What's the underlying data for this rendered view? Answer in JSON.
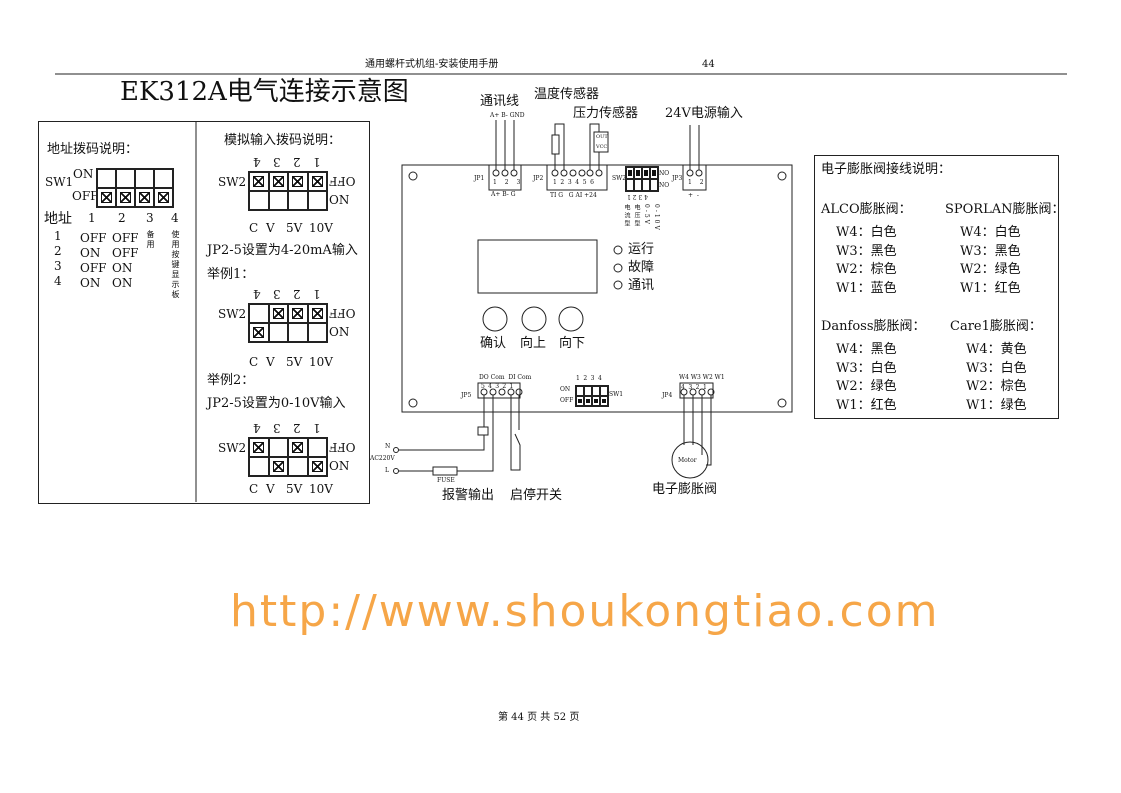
{
  "header": {
    "manual_title": "通用螺杆式机组-安装使用手册",
    "page_number": "44"
  },
  "title": "EK312A电气连接示意图",
  "address_dip": {
    "heading": "地址拨码说明：",
    "switch": "SW1",
    "on": "ON",
    "off": "OFF",
    "col_header": "地址",
    "cols": [
      "1",
      "2",
      "3",
      "4"
    ],
    "rows": [
      {
        "addr": "1",
        "s1": "OFF",
        "s2": "OFF"
      },
      {
        "addr": "2",
        "s1": "ON",
        "s2": "OFF"
      },
      {
        "addr": "3",
        "s1": "OFF",
        "s2": "ON"
      },
      {
        "addr": "4",
        "s1": "ON",
        "s2": "ON"
      }
    ],
    "col3_note": "备用",
    "col4_note": "使用按键显示板"
  },
  "analog_dip": {
    "heading": "模拟输入拨码说明：",
    "switch": "SW2",
    "nums": [
      "4",
      "3",
      "2",
      "1"
    ],
    "off": "OFF",
    "on": "ON",
    "bottom_labels": [
      "C",
      "V",
      "5V",
      "10V"
    ],
    "default_note": "JP2-5设置为4-20mA输入",
    "example1": "举例1：",
    "example2": "举例2：",
    "example2_note": "JP2-5设置为0-10V输入"
  },
  "board": {
    "jp1": {
      "name": "JP1",
      "pins": [
        "1",
        "2",
        "3"
      ],
      "bottom": "A+ B- G",
      "top": "A+ B- GND",
      "label": "通讯线"
    },
    "jp2": {
      "name": "JP2",
      "pins": [
        "1",
        "2",
        "3",
        "4",
        "5",
        "6"
      ],
      "bottom": "TI G   G AI +24",
      "temp_label": "温度传感器",
      "pressure_label": "压力传感器",
      "sensor_text": [
        "OUT",
        "VCC"
      ]
    },
    "sw2": {
      "name": "SW2",
      "on": "ON",
      "off": "NO",
      "nums": "4 3 2 1",
      "type_labels": [
        "电流型",
        "电压型",
        "0-5V",
        "0-10V"
      ]
    },
    "jp3": {
      "name": "JP3",
      "pins": [
        "1",
        "2"
      ],
      "bottom": "+  -",
      "label": "24V电源输入"
    },
    "leds": [
      "运行",
      "故障",
      "通讯"
    ],
    "buttons": [
      "确认",
      "向上",
      "向下"
    ],
    "jp5": {
      "name": "JP5",
      "top": "DO Com  DI Com",
      "pins": [
        "5",
        "4",
        "3",
        "2",
        "1"
      ]
    },
    "sw1": {
      "name": "SW1",
      "nums": [
        "1",
        "2",
        "3",
        "4"
      ],
      "on": "ON",
      "off": "OFF"
    },
    "jp4": {
      "name": "JP4",
      "top": "W4 W3 W2 W1",
      "pins": [
        "4",
        "3",
        "2",
        "1"
      ]
    },
    "power": {
      "n": "N",
      "ac": "AC220V",
      "l": "L",
      "fuse": "FUSE"
    },
    "motor": "Motor",
    "alarm_label": "报警输出",
    "startstop_label": "启停开关",
    "eev_label": "电子膨胀阀"
  },
  "eev_wiring": {
    "heading": "电子膨胀阀接线说明：",
    "groups": [
      {
        "name": "ALCO膨胀阀：",
        "rows": [
          "W4：白色",
          "W3：黑色",
          "W2：棕色",
          "W1：蓝色"
        ]
      },
      {
        "name": "SPORLAN膨胀阀：",
        "rows": [
          "W4：白色",
          "W3：黑色",
          "W2：绿色",
          "W1：红色"
        ]
      },
      {
        "name": "Danfoss膨胀阀：",
        "rows": [
          "W4：黑色",
          "W3：白色",
          "W2：绿色",
          "W1：红色"
        ]
      },
      {
        "name": "Care1膨胀阀：",
        "rows": [
          "W4：黄色",
          "W3：白色",
          "W2：棕色",
          "W1：绿色"
        ]
      }
    ]
  },
  "footer": "第 44 页 共 52 页",
  "watermark": "http://www.shoukongtiao.com"
}
